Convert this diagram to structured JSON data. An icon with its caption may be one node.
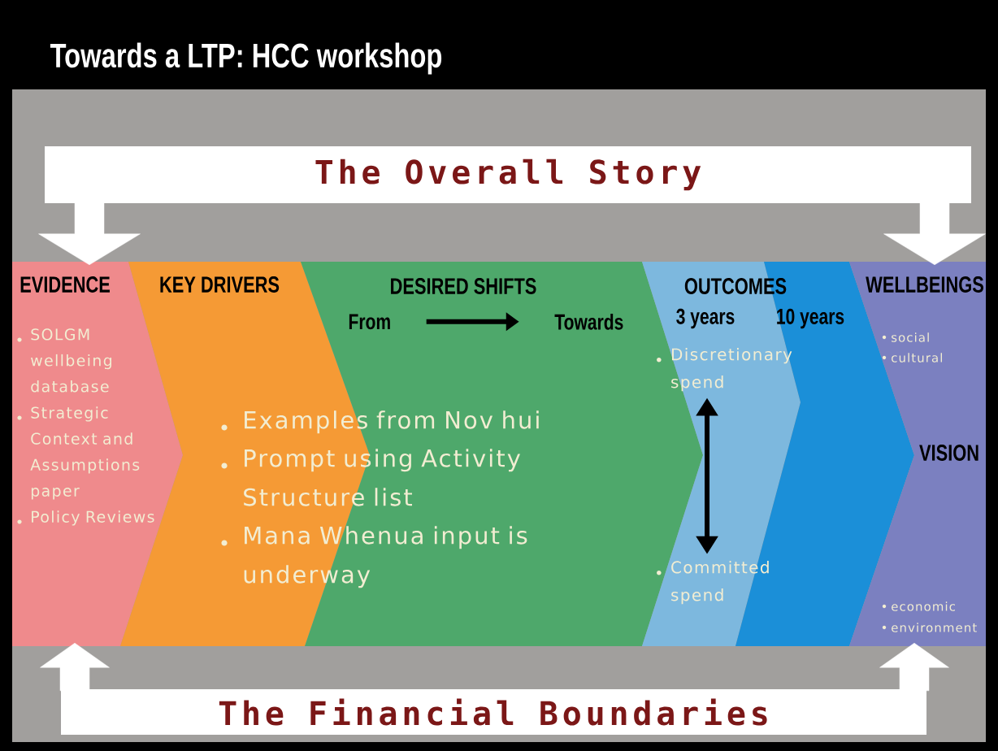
{
  "diagram": {
    "title": "Towards a LTP: HCC workshop",
    "nodes": [
      {
        "text": [
          "The Overall Story"
        ]
      },
      {
        "text": [
          "EVIDENCE",
          "SOLGM wellbeing database",
          "Strategic Context and Assumptions paper",
          "Policy Reviews"
        ]
      },
      {
        "text": [
          "KEY DRIVERS"
        ]
      },
      {
        "text": [
          "DESIRED SHIFTS"
        ]
      },
      {
        "text": [
          "From"
        ],
        "in": 3
      },
      {
        "text": [
          "Towards"
        ],
        "in": 3
      },
      {
        "text": [
          "OUTCOMES",
          "3 years"
        ]
      },
      {
        "text": [
          "10 years"
        ]
      },
      {
        "text": [
          "Discretionary spend"
        ],
        "in": 6
      },
      {
        "text": [
          "Committed spend"
        ],
        "in": 6
      },
      {
        "text": [
          "WELLBEINGS",
          "social",
          "cultural",
          "VISION",
          "economic",
          "environment"
        ]
      },
      {
        "text": [
          "The Financial Boundaries"
        ]
      }
    ],
    "edges": [
      {
        "from": 0,
        "to": 1,
        "arrow": "to",
        "style": "thick",
        "color": "#ffffff"
      },
      {
        "from": 0,
        "to": 10,
        "arrow": "to",
        "style": "thick",
        "color": "#ffffff"
      },
      {
        "from": 11,
        "to": 1,
        "arrow": "to",
        "style": "thick",
        "color": "#ffffff"
      },
      {
        "from": 11,
        "to": 10,
        "arrow": "to",
        "style": "thick",
        "color": "#ffffff"
      },
      {
        "from": 4,
        "to": 5,
        "arrow": "to",
        "color": "#000000"
      },
      {
        "from": 8,
        "to": 9,
        "arrow": "both",
        "color": "#000000"
      }
    ],
    "labels": [
      "Examples from Nov hui",
      "Prompt using Activity Structure list",
      "Mana Whenua input is underway"
    ]
  }
}
